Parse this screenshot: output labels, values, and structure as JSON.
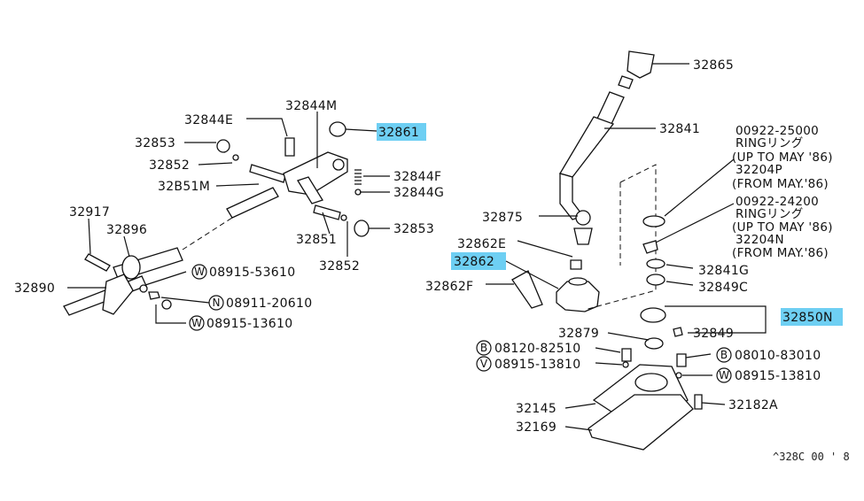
{
  "labels": {
    "p32865": "32865",
    "p32841": "32841",
    "p32844M": "32844M",
    "p32844E": "32844E",
    "p32861": "32861",
    "p32853a": "32853",
    "p32852a": "32852",
    "p32851M": "32B51M",
    "p32844F": "32844F",
    "p32844G": "32844G",
    "p32917": "32917",
    "p32896": "32896",
    "p32851": "32851",
    "p32853b": "32853",
    "p32852b": "32852",
    "p32890": "32890",
    "p08915_53610": "08915-53610",
    "p08911_20610": "08911-20610",
    "p08915_13610": "08915-13610",
    "p00922_25000": "00922-25000",
    "ring1": "RINGリング",
    "up1": "(UP TO MAY '86)",
    "p32204P": "32204P",
    "from1": "(FROM MAY.'86)",
    "p00922_24200": "00922-24200",
    "ring2": "RINGリング",
    "up2": "(UP TO MAY '86)",
    "p32204N": "32204N",
    "from2": "(FROM MAY.'86)",
    "p32875": "32875",
    "p32862E": "32862E",
    "p32862": "32862",
    "p32862F": "32862F",
    "p32841G": "32841G",
    "p32849C": "32849C",
    "p32850N": "32850N",
    "p32879": "32879",
    "p32849": "32849",
    "p08120_82510": "08120-82510",
    "p08915_13810a": "08915-13810",
    "p08010_83010": "08010-83010",
    "p08915_13810b": "08915-13810",
    "p32145": "32145",
    "p32182A": "32182A",
    "p32169": "32169",
    "ref": "^328C 00 ' 8"
  },
  "circle_letters": {
    "w1": "W",
    "n1": "N",
    "w2": "W",
    "b1": "B",
    "v1": "V",
    "b2": "B",
    "w3": "W"
  },
  "colors": {
    "highlight": "#6ecff3",
    "ink": "#111111"
  },
  "highlighted_parts": [
    "32861",
    "32862",
    "32850N"
  ]
}
